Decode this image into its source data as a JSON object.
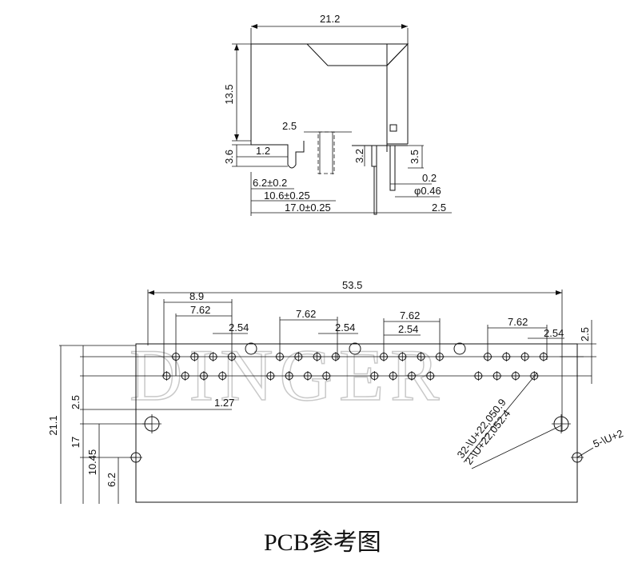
{
  "side_view": {
    "dims": {
      "width_top": "21.2",
      "height": "13.5",
      "pin_pitch": "2.5",
      "left_height": "3.6",
      "left_offset": "1.2",
      "pin_height_a": "3.2",
      "pin_height_b": "3.5",
      "tol_a": "6.2±0.2",
      "tol_b": "10.6±0.25",
      "tol_c": "17.0±0.25",
      "pin_thk": "0.2",
      "pin_dia": "φ0.46",
      "pin_off": "2.5"
    }
  },
  "pcb_view": {
    "watermark": "DINGER",
    "dims": {
      "overall_width": "53.5",
      "d_8_9": "8.9",
      "d_762_a": "7.62",
      "d_254_a": "2.54",
      "d_762_b": "7.62",
      "d_254_b": "2.54",
      "d_762_c": "7.62",
      "d_254_c": "2.54",
      "d_762_d": "7.62",
      "d_254_d": "2.54",
      "d_right_25": "2.5",
      "d_127": "1.27",
      "d_211": "21.1",
      "d_25_left": "2.5",
      "d_17": "17",
      "d_1045": "10.45",
      "d_62": "6.2",
      "hole_a": "32-\\U+22,050.9",
      "hole_b": "2-\\U+22,052.4",
      "hole_c": "5-\\U+2"
    },
    "caption": "PCB参考图"
  }
}
